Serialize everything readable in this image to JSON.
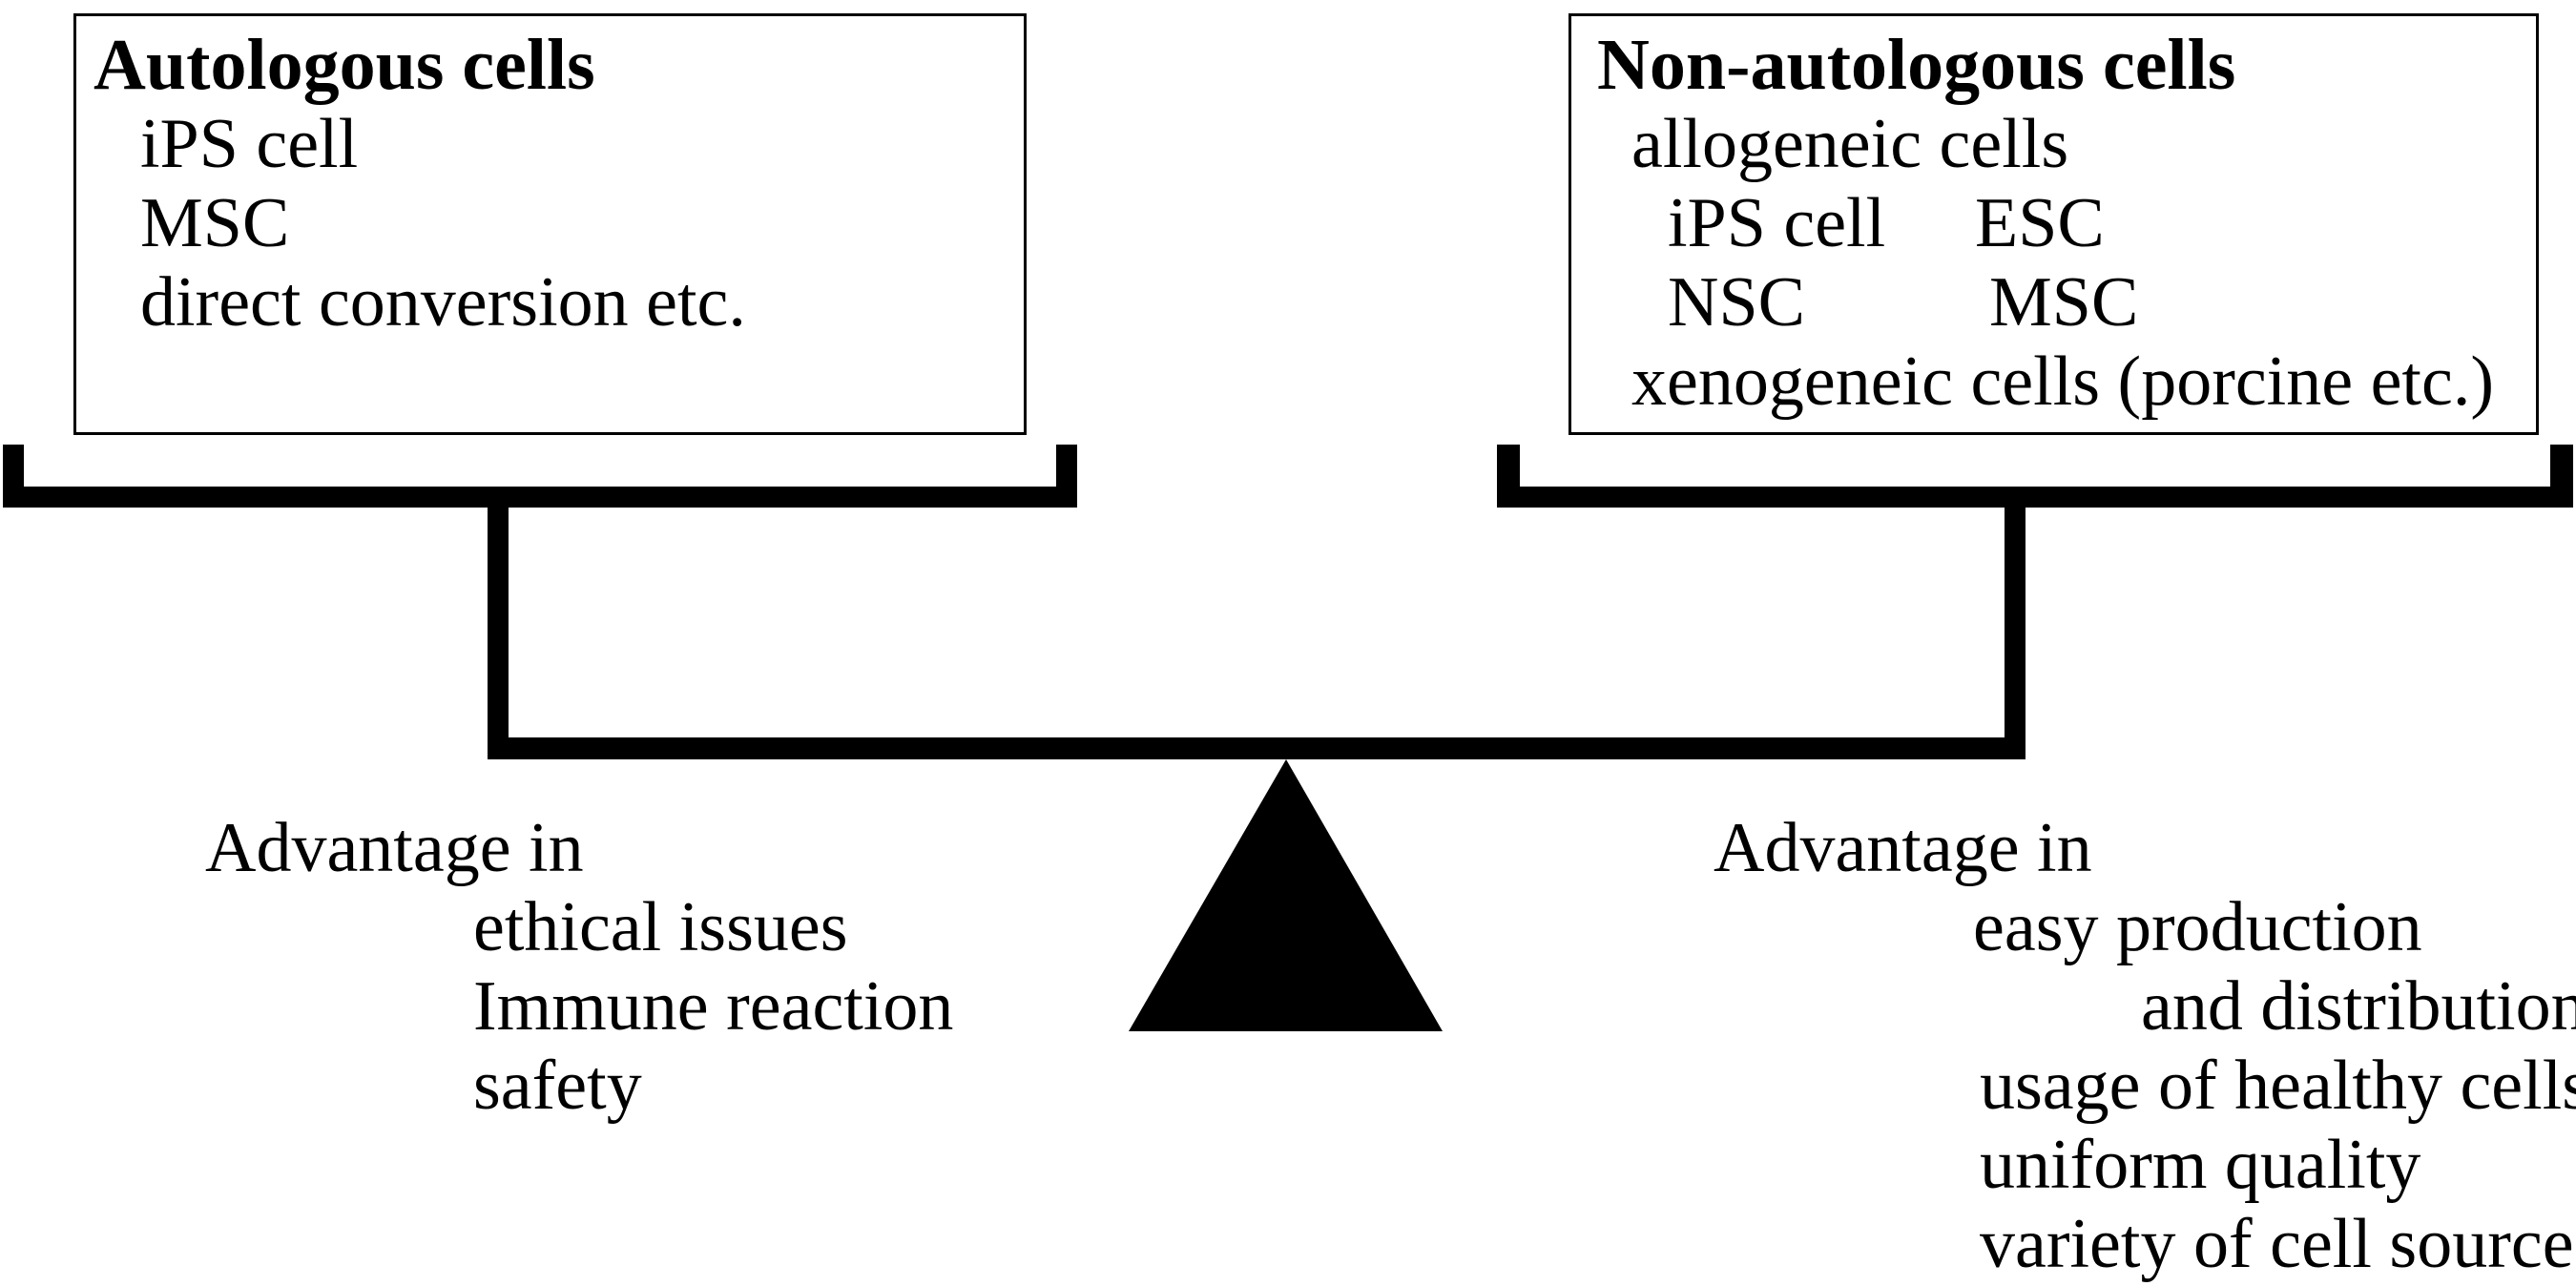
{
  "colors": {
    "ink": "#000000",
    "background": "#ffffff"
  },
  "left_box": {
    "title": "Autologous cells",
    "items": [
      "iPS cell",
      "MSC",
      "direct conversion etc."
    ]
  },
  "right_box": {
    "title": "Non-autologous cells",
    "subtitle": "allogeneic cells",
    "rows": [
      {
        "left": "iPS cell",
        "right": "ESC"
      },
      {
        "left": "NSC",
        "right": "MSC"
      }
    ],
    "footer": "xenogeneic cells (porcine etc.)"
  },
  "left_advantages": {
    "heading": "Advantage in",
    "items": [
      "ethical issues",
      "Immune reaction",
      "safety"
    ]
  },
  "right_advantages": {
    "heading": "Advantage in",
    "items": [
      "easy production",
      "and distribution",
      "usage of healthy cells",
      "uniform quality",
      "variety of cell source"
    ]
  }
}
